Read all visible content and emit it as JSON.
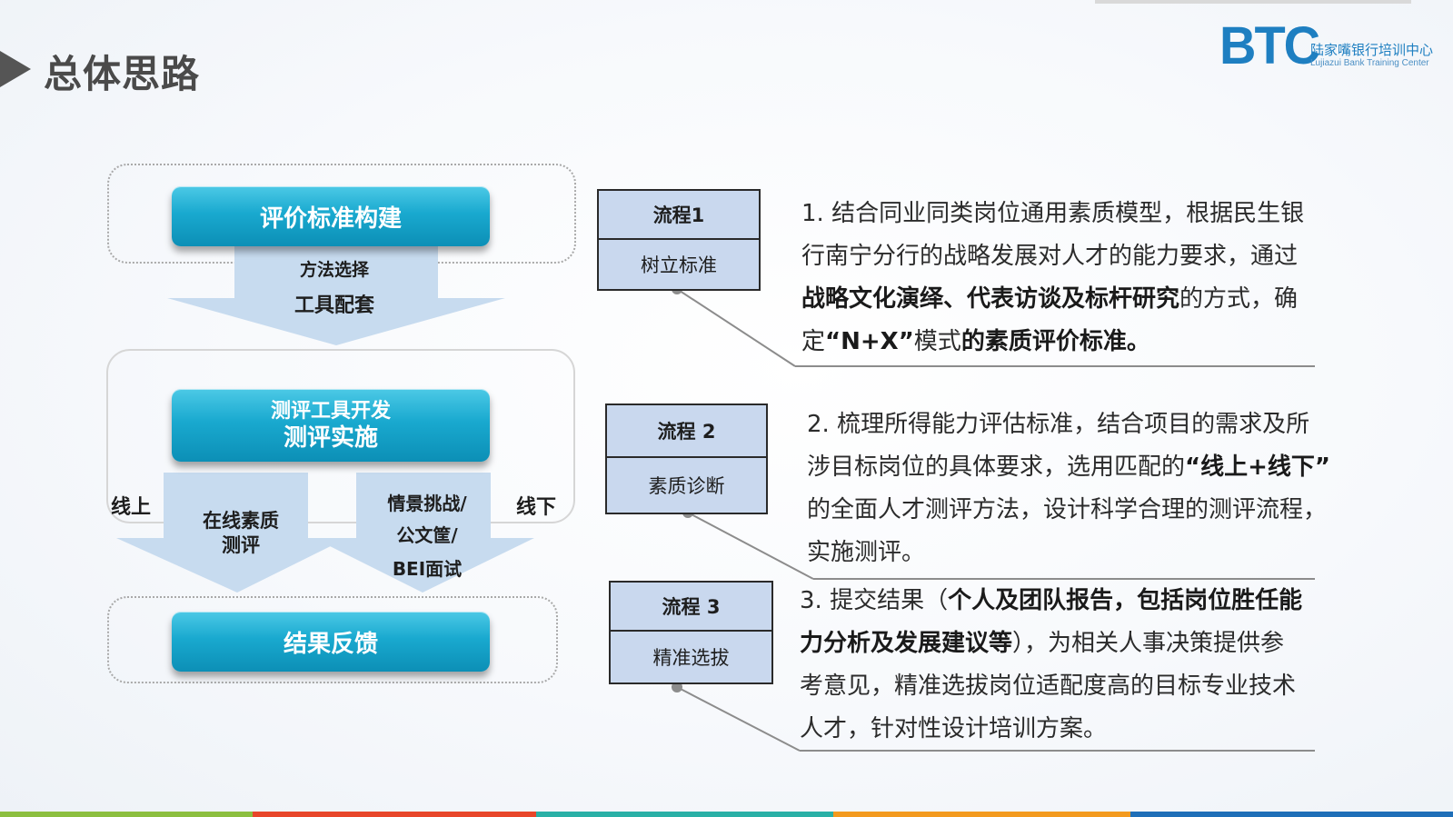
{
  "header": {
    "title": "总体思路",
    "logo": {
      "mark": "BTC",
      "cn": "陆家嘴银行培训中心",
      "en": "Lujiazui Bank Training Center"
    }
  },
  "left_flow": {
    "step1": "评价标准构建",
    "arrow1_line1": "方法选择",
    "arrow1_line2": "工具配套",
    "step2_line1": "测评工具开发",
    "step2_line2": "测评实施",
    "online_label": "线上",
    "offline_label": "线下",
    "online_text_line1": "在线素质",
    "online_text_line2": "测评",
    "offline_text_line1": "情景挑战/",
    "offline_text_line2": "公文筐/",
    "offline_text_line3": "BEI面试",
    "step3": "结果反馈"
  },
  "processes": [
    {
      "label": "流程1",
      "name": "树立标准"
    },
    {
      "label": "流程 2",
      "name": "素质诊断"
    },
    {
      "label": "流程 3",
      "name": "精准选拔"
    }
  ],
  "desc": {
    "p1": [
      {
        "t": "1. 结合同业同类岗位通用素质模型，根据民生银",
        "b": false
      },
      {
        "t": "行南宁分行的战略发展对人才的能力要求，通过",
        "b": false
      },
      {
        "t": "战略文化演绎、代表访谈及标杆研究",
        "b": true
      },
      {
        "t": "的方式，确",
        "b": false
      },
      {
        "t": "定",
        "b": false
      },
      {
        "t": "“N+X”",
        "b": true
      },
      {
        "t": "模式",
        "b": false
      },
      {
        "t": "的素质评价标准。",
        "b": true
      }
    ],
    "p2": [
      {
        "t": "2. 梳理所得能力评估标准，结合项目的需求及所",
        "b": false
      },
      {
        "t": "涉目标岗位的具体要求，选用匹配的",
        "b": false
      },
      {
        "t": "“线上+线下”",
        "b": true
      },
      {
        "t": "的全面人才测评方法，设计科学合理的测评流程，",
        "b": false
      },
      {
        "t": "实施测评。",
        "b": false
      }
    ],
    "p3": [
      {
        "t": "3. 提交结果（",
        "b": false
      },
      {
        "t": "个人及团队报告，包括岗位胜任能",
        "b": true
      },
      {
        "t": "力分析及发展建议等",
        "b": true
      },
      {
        "t": "），为相关人事决策提供参",
        "b": false
      },
      {
        "t": "考意见，精准选拔岗位适配度高的目标专业技术",
        "b": false
      },
      {
        "t": "人才，针对性设计培训方案。",
        "b": false
      }
    ]
  },
  "colors": {
    "accent": "#19a9cf",
    "arrow_fill": "#c7dbef",
    "process_fill": "#c9d8ee",
    "strip": [
      "#8cbf3f",
      "#e8462a",
      "#2ab0a6",
      "#f39a1e",
      "#1f6fb8"
    ]
  }
}
